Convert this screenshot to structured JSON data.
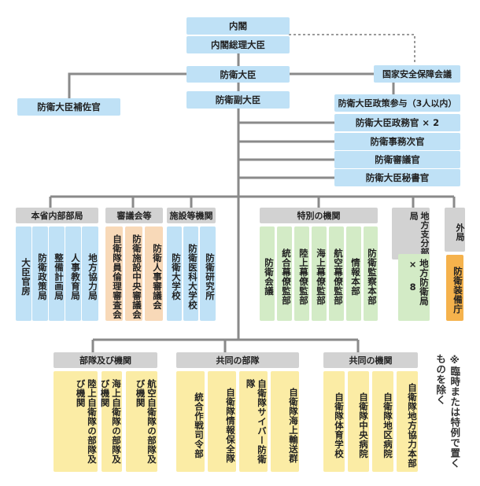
{
  "cabinet": "内閣",
  "pm": "内閣総理大臣",
  "nsc": "国家安全保障会議",
  "minister": "防衛大臣",
  "vice_minister": "防衛副大臣",
  "special_advisor": "防衛大臣補佐官",
  "staff": [
    "防衛大臣政策参与（3人以内）",
    "防衛大臣政務官 × 2",
    "防衛事務次官",
    "防衛審議官",
    "防衛大臣秘書官"
  ],
  "internal": {
    "header": "本省内部部局",
    "items": [
      "大臣官房",
      "防衛政策局",
      "整備計画局",
      "人事教育局",
      "地方協力局"
    ]
  },
  "councils": {
    "header": "審議会等",
    "items": [
      "自衛隊員倫理審査会",
      "防衛施設中央審議会",
      "防衛人事審議会"
    ]
  },
  "facilities": {
    "header": "施設等機関",
    "items": [
      "防衛大学校",
      "防衛医科大学校",
      "防衛研究所"
    ]
  },
  "special": {
    "header": "特別の機関",
    "items": [
      "防衛会議",
      "統合幕僚監部",
      "陸上幕僚監部",
      "海上幕僚監部",
      "航空幕僚監部",
      "情報本部",
      "防衛監察本部"
    ]
  },
  "regional": {
    "header": "地方支分部局",
    "item": "地方防衛局 × 8"
  },
  "external": {
    "header": "外局",
    "item": "防衛装備庁"
  },
  "units": {
    "header": "部隊及び機関",
    "items": [
      "陸上自衛隊の部隊及び機関",
      "海上自衛隊の部隊及び機関",
      "航空自衛隊の部隊及び機関"
    ]
  },
  "joint_units": {
    "header": "共同の部隊",
    "items": [
      "統合作戦司令部",
      "自衛隊情報保全隊",
      "自衛隊サイバー防衛隊",
      "自衛隊海上輸送群"
    ]
  },
  "joint_orgs": {
    "header": "共同の機関",
    "items": [
      "自衛隊体育学校",
      "自衛隊中央病院",
      "自衛隊地区病院",
      "自衛隊地方協力本部"
    ]
  },
  "note": "※臨時または特例で置くものを除く"
}
